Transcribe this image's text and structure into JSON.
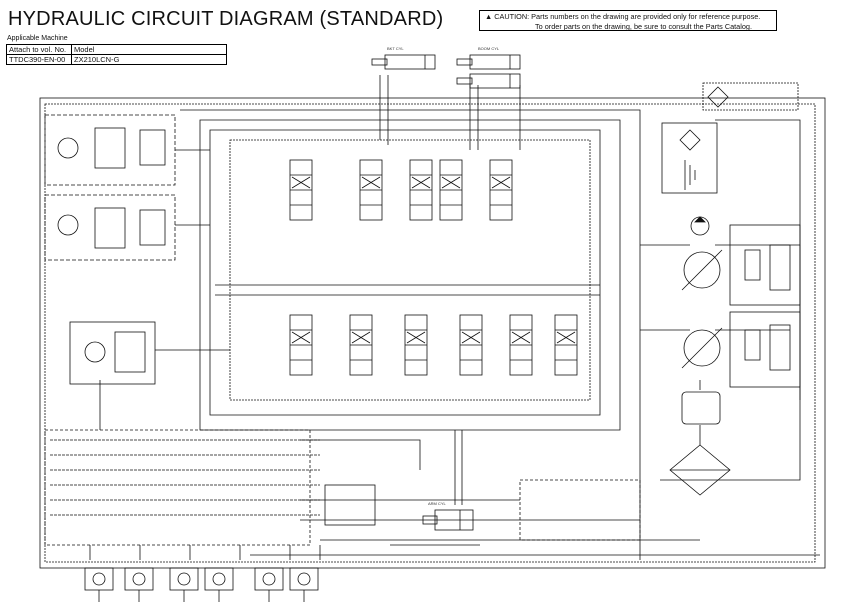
{
  "header": {
    "title": "HYDRAULIC CIRCUIT DIAGRAM (STANDARD)",
    "applicable_machine": "Applicable Machine",
    "table": {
      "headers": [
        "Attach to vol. No.",
        "Model"
      ],
      "row": [
        "TTDC390-EN-00",
        "ZX210LCN-G"
      ]
    }
  },
  "caution": {
    "icon": "warning-triangle-icon",
    "line1": "CAUTION: Parts numbers on the drawing are provided only for reference purpose.",
    "line2": "To order parts on the drawing, be sure to consult the Parts Catalog."
  },
  "diagram": {
    "cylinders": {
      "bucket": "BKT CYL",
      "boom": "BOOM CYL",
      "arm": "ARM CYL"
    }
  }
}
